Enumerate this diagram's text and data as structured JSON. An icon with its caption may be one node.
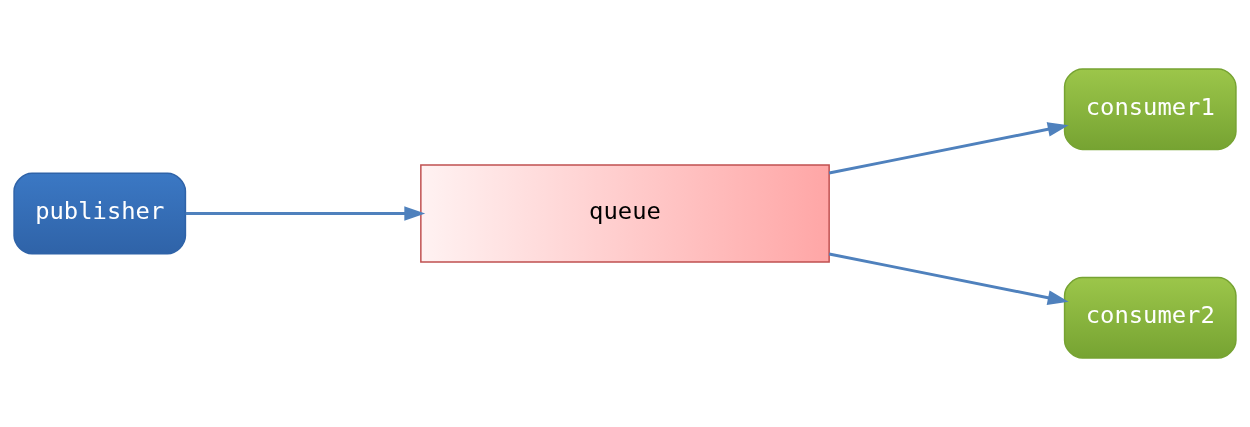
{
  "diagram": {
    "nodes": [
      {
        "text": [
          "publisher"
        ]
      },
      {
        "text": [
          "queue"
        ]
      },
      {
        "text": [
          "consumer1"
        ]
      },
      {
        "text": [
          "consumer2"
        ]
      }
    ],
    "edges": [
      {
        "from": 0,
        "to": 1,
        "arrow": "to"
      },
      {
        "from": 1,
        "to": 2,
        "arrow": "to"
      },
      {
        "from": 1,
        "to": 3,
        "arrow": "to"
      }
    ]
  }
}
